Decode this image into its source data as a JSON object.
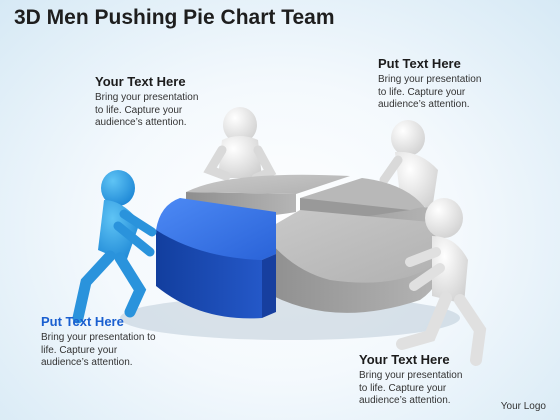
{
  "title": "3D Men Pushing Pie Chart Team",
  "text_blocks": [
    {
      "heading": "Your Text Here",
      "body_lines": [
        "Bring your presentation",
        "to life. Capture your",
        "audience’s attention."
      ]
    },
    {
      "heading": "Put Text Here",
      "body_lines": [
        "Bring your presentation",
        "to life. Capture your",
        "audience’s attention."
      ]
    },
    {
      "heading": "Put Text Here",
      "body_lines": [
        "Bring your presentation to",
        "life. Capture your",
        "audience’s attention."
      ]
    },
    {
      "heading": "Your Text Here",
      "body_lines": [
        "Bring your presentation",
        "to life. Capture your",
        "audience’s attention."
      ]
    }
  ],
  "logo": "Your Logo",
  "colors": {
    "accent_blue": "#1a5fd0",
    "slice_blue": "#1f55c4",
    "slice_gray": "#a3a3a3",
    "figure_white": "#f2f2f2"
  }
}
